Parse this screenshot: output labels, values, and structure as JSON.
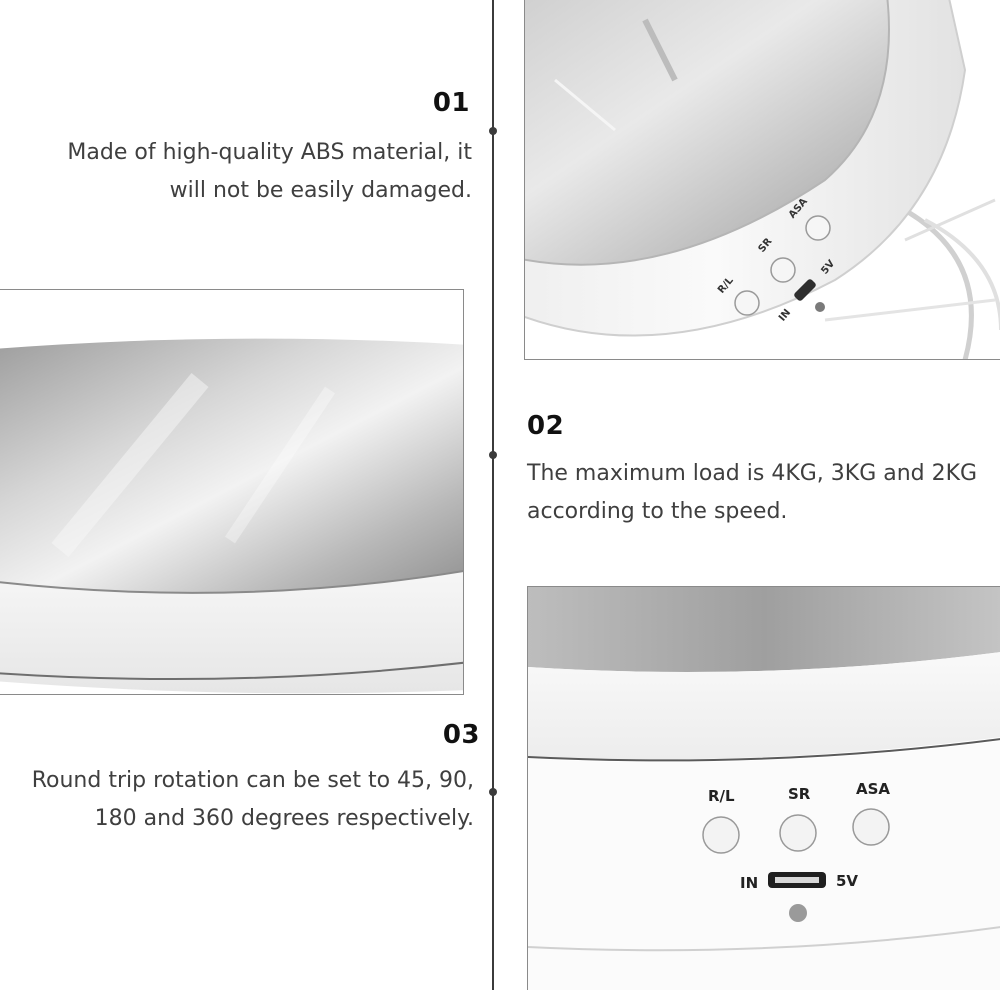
{
  "features": [
    {
      "number": "01",
      "line1": "Made of high-quality ABS material, it",
      "line2": "will not be easily damaged."
    },
    {
      "number": "02",
      "line1": "The maximum load is 4KG, 3KG and 2KG",
      "line2": "according to the speed."
    },
    {
      "number": "03",
      "line1": "Round trip rotation can be set to 45, 90,",
      "line2": "180 and 360 degrees respectively."
    }
  ],
  "device_labels": {
    "rl": "R/L",
    "sr": "SR",
    "asa": "ASA",
    "in": "IN",
    "v5": "5V"
  },
  "colors": {
    "timeline": "#3b3b3b",
    "mirror": "#a9a9a9",
    "body": "#f4f4f4"
  }
}
